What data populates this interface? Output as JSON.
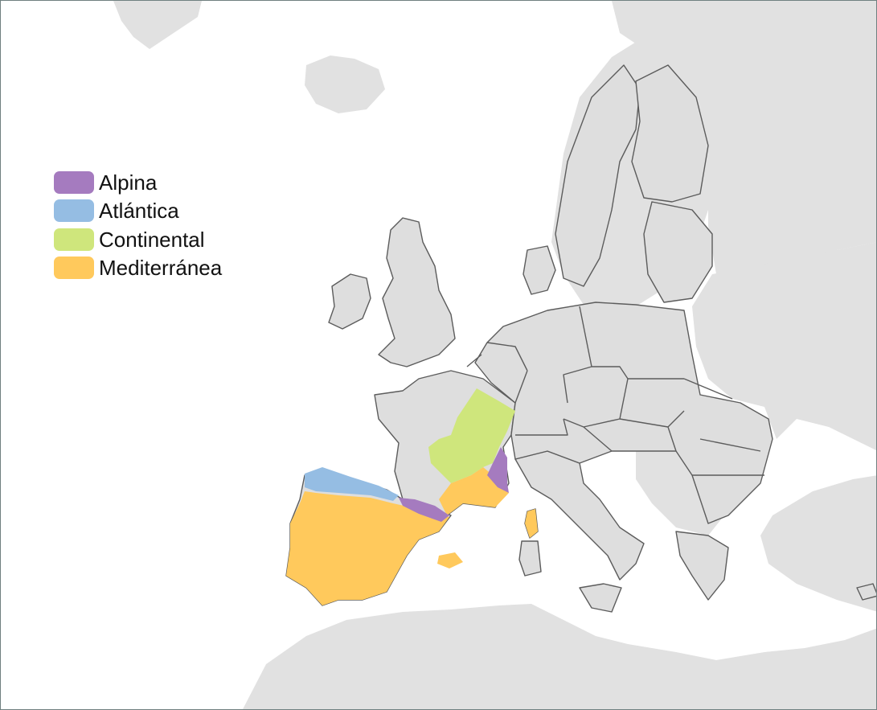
{
  "legend": {
    "items": [
      {
        "label": "Alpina",
        "color": "#a57bbf"
      },
      {
        "label": "Atlántica",
        "color": "#95bde3"
      },
      {
        "label": "Continental",
        "color": "#cfe67c"
      },
      {
        "label": "Mediterránea",
        "color": "#ffc95c"
      }
    ]
  },
  "colors": {
    "land": "#e1e1e1",
    "eu_land": "#dedede",
    "border": "#5c5c5c",
    "sea": "#ffffff",
    "frame": "#6f8080"
  }
}
